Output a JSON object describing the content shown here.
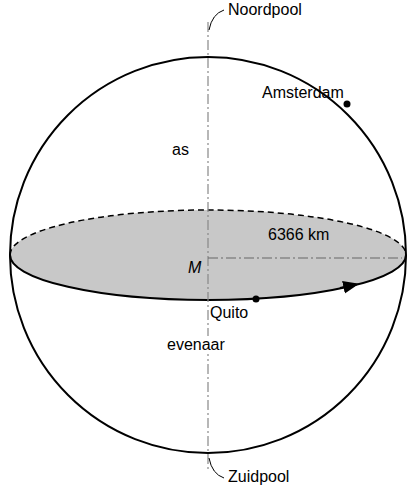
{
  "diagram": {
    "labels": [
      "Noordpool",
      "as",
      "Amsterdam",
      "M",
      "6366 km",
      "Quito",
      "evenaar",
      "Zuidpool"
    ]
  }
}
